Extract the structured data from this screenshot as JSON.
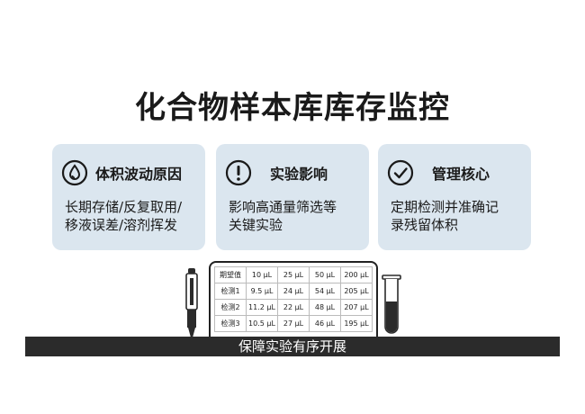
{
  "title": "化合物样本库库存监控",
  "cards": [
    {
      "icon": "droplet-icon",
      "title": "体积波动原因",
      "lines": [
        "长期存储/反复取用/",
        "移液误差/溶剂挥发"
      ]
    },
    {
      "icon": "exclamation-icon",
      "title": "实验影响",
      "lines": [
        "影响高通量筛选等",
        "关键实验"
      ]
    },
    {
      "icon": "checkmark-icon",
      "title": "管理核心",
      "lines": [
        "定期检测并准确记",
        "录残留体积"
      ]
    }
  ],
  "table": {
    "rows": [
      {
        "label": "期望值",
        "cells": [
          "10 μL",
          "25 μL",
          "50 μL",
          "200 μL"
        ]
      },
      {
        "label": "检测1",
        "cells": [
          "9.5 μL",
          "24 μL",
          "54 μL",
          "205 μL"
        ]
      },
      {
        "label": "检测2",
        "cells": [
          "11.2 μL",
          "22 μL",
          "48 μL",
          "207 μL"
        ]
      },
      {
        "label": "检测3",
        "cells": [
          "10.5 μL",
          "27 μL",
          "46 μL",
          "195 μL"
        ]
      }
    ]
  },
  "footer": "保障实验有序开展"
}
